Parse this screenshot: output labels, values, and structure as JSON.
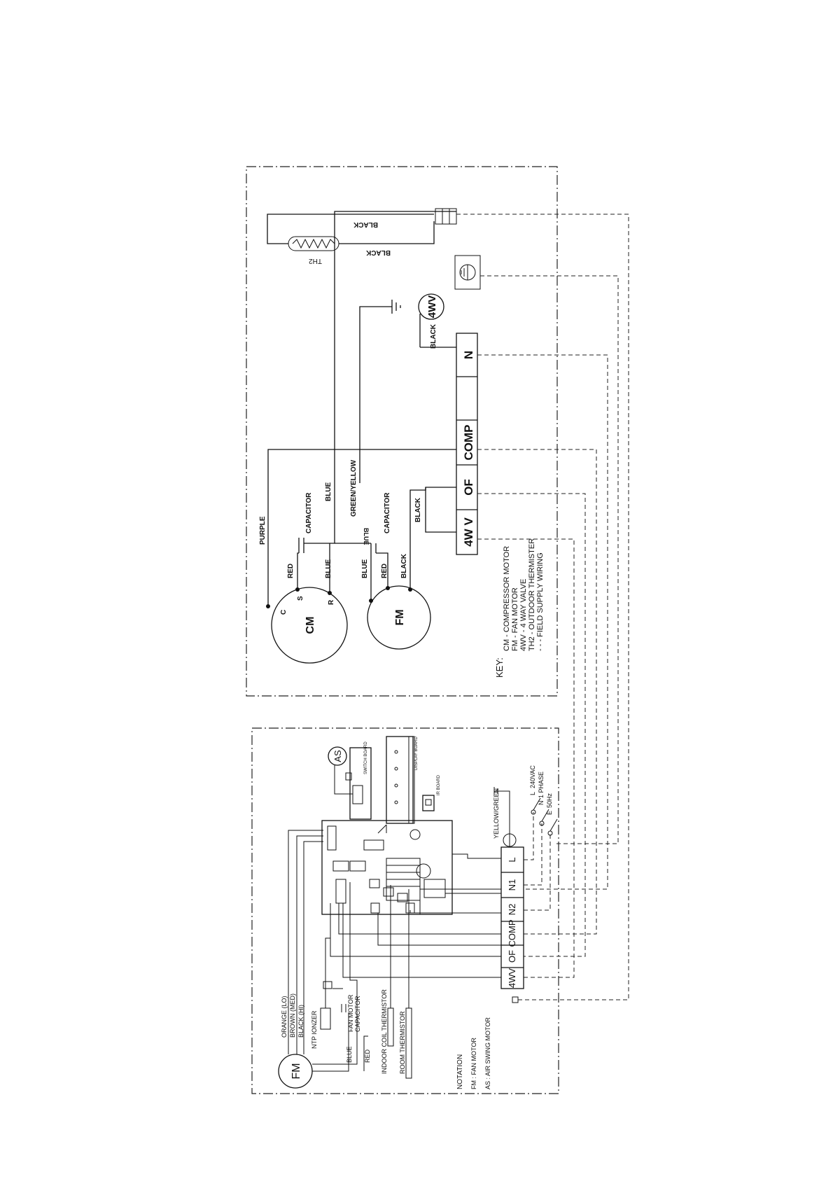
{
  "outdoor": {
    "sensor_wires": [
      "BLACK",
      "BLACK"
    ],
    "sensor_label": "TH2",
    "valve_label": "4WV",
    "valve_wire": "BLACK",
    "terminals": [
      "4W V",
      "OF",
      "COMP",
      "",
      "N"
    ],
    "compressor": {
      "label": "CM",
      "pins": [
        "C",
        "S",
        "R"
      ]
    },
    "fan": {
      "label": "FM"
    },
    "wires": {
      "purple": "PURPLE",
      "red": "RED",
      "blue": "BLUE",
      "capacitor": "CAPACITOR",
      "green_yellow": "GREEN/YELLOW",
      "black": "BLACK"
    },
    "key": {
      "title": "KEY:",
      "items": [
        "CM  -  COMPRESSOR MOTOR",
        "FM  -  FAN MOTOR",
        "4WV  -  4 WAY VALVE",
        "TH2  -  OUTDOOR THERMISTER",
        "- - -  FIELD SUPPLY WIRING"
      ]
    }
  },
  "indoor": {
    "fan_label": "FM",
    "fan_wires": [
      "ORANGE (LO)",
      "BROWN (MED)",
      "BLACK (HI)"
    ],
    "ionizer": "NTP IONZER",
    "capacitor": [
      "FAN MOTOR",
      "CAPACITOR"
    ],
    "cap_wires": [
      "BLUE",
      "RED"
    ],
    "thermistors": [
      "INDOOR COIL THERMISTOR",
      "ROOM THERMISTOR"
    ],
    "swing_label": "AS",
    "switch_board": "SWITCH BOARD",
    "display_board": "DISPLAY BOARD",
    "ir_board": "IR BOARD",
    "ground_wire": "YELLOW/GREEN",
    "supply_switch": [
      "L",
      "N",
      "E"
    ],
    "supply_spec": [
      "240VAC",
      "1 PHASE",
      "50Hz"
    ],
    "terminals": [
      "4WV",
      "OF",
      "COMP",
      "N2",
      "N1",
      "L"
    ],
    "notation": {
      "title": "NOTATION",
      "items": [
        "FM  :  FAN MOTOR",
        "AS  :  AIR SWING MOTOR"
      ]
    }
  }
}
